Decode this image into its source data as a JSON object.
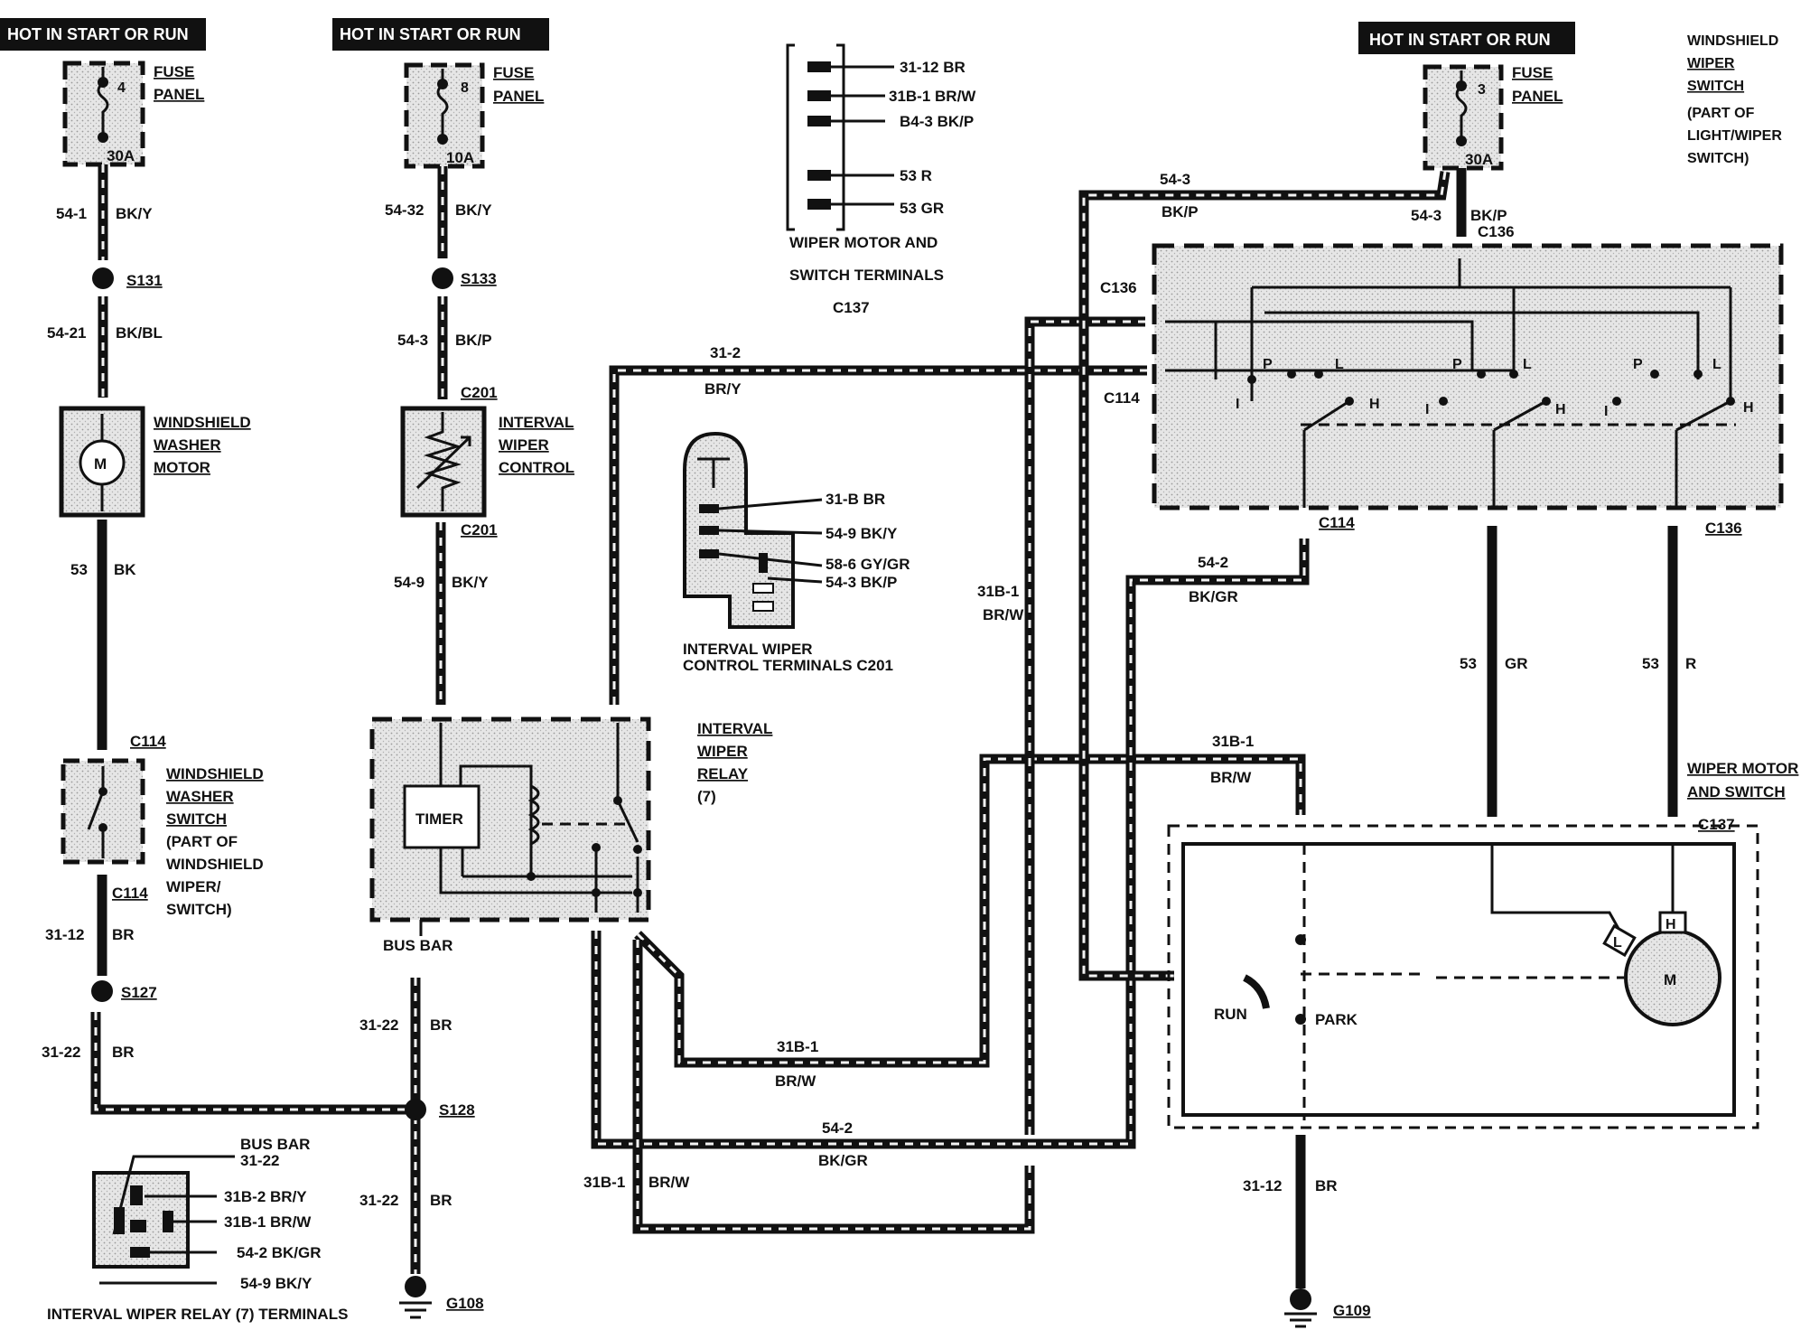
{
  "headers": {
    "left": "HOT IN START OR RUN",
    "middle": "HOT IN START OR RUN",
    "right": "HOT IN START OR RUN"
  },
  "fuses": {
    "f1_num": "4",
    "f1_amp": "30A",
    "f2_num": "8",
    "f2_amp": "10A",
    "f3_num": "3",
    "f3_amp": "30A",
    "panel_l1": "FUSE",
    "panel_l2": "PANEL"
  },
  "wires_left": {
    "w1_id": "54-1",
    "w1_color": "BK/Y",
    "s131": "S131",
    "w2_id": "54-21",
    "w2_color": "BK/BL",
    "washer_motor": [
      "WINDSHIELD",
      "WASHER",
      "MOTOR"
    ],
    "motor_m": "M",
    "w3_id": "53",
    "w3_color": "BK",
    "c114_a": "C114",
    "washer_switch": [
      "WINDSHIELD",
      "WASHER",
      "SWITCH",
      "(PART OF",
      "WINDSHIELD",
      "WIPER/",
      "SWITCH)"
    ],
    "c114_b": "C114",
    "w4_id": "31-12",
    "w4_color": "BR",
    "s127": "S127",
    "w5_id": "31-22",
    "w5_color": "BR"
  },
  "wires_mid": {
    "w1_id": "54-32",
    "w1_color": "BK/Y",
    "s133": "S133",
    "w2_id": "54-3",
    "w2_color": "BK/P",
    "c201_a": "C201",
    "interval_control": [
      "INTERVAL",
      "WIPER",
      "CONTROL"
    ],
    "c201_b": "C201",
    "w3_id": "54-9",
    "w3_color": "BK/Y",
    "relay": [
      "INTERVAL",
      "WIPER",
      "RELAY",
      "(7)"
    ],
    "timer": "TIMER",
    "bus_bar": "BUS BAR",
    "w4_id": "31-22",
    "w4_color": "BR",
    "s128": "S128",
    "w5_id": "31-22",
    "w5_color": "BR",
    "g108": "G108"
  },
  "c137_terminals": {
    "rows": [
      "31-12 BR",
      "31B-1 BR/W",
      "B4-3 BK/P",
      "53 R",
      "53 GR"
    ],
    "caption": [
      "WIPER MOTOR AND",
      "SWITCH TERMINALS",
      "C137"
    ]
  },
  "c201_terminals": {
    "rows": [
      "31-B BR",
      "54-9 BK/Y",
      "58-6 GY/GR",
      "54-3 BK/P"
    ],
    "caption": [
      "INTERVAL WIPER",
      "CONTROL TERMINALS C201"
    ]
  },
  "relay_terminals": {
    "rows": [
      "BUS BAR",
      "31-22",
      "31B-2 BR/Y",
      "31B-1 BR/W",
      "54-2 BK/GR",
      "54-9 BK/Y"
    ],
    "caption": "INTERVAL WIPER RELAY (7) TERMINALS"
  },
  "center_wires": {
    "w_312_id": "31-2",
    "w_312_color": "BR/Y",
    "w_31b1_id": "31B-1",
    "w_31b1_color": "BR/W",
    "w_31b1b_id": "31B-1",
    "w_31b1b_color": "BR/W",
    "w_542_id": "54-2",
    "w_542_color": "BK/GR",
    "w_31b1c_id": "31B-1",
    "w_31b1c_color": "BR/W",
    "w_31b1d_id": "31B-1",
    "w_31b1d_color": "BR/W",
    "w_542b_id": "54-2",
    "w_542b_color": "BK/GR",
    "w_543_id": "54-3",
    "w_543_color": "BK/P"
  },
  "right_section": {
    "switch_label": [
      "WINDSHIELD",
      "WIPER",
      "SWITCH",
      "(PART OF",
      "LIGHT/WIPER",
      "SWITCH)"
    ],
    "w_543_id": "54-3",
    "w_543_color": "BK/P",
    "c136_top": "C136",
    "c136_left": "C136",
    "c114_left": "C114",
    "c114_bot": "C114",
    "c136_bot": "C136",
    "pos_p": "P",
    "pos_l": "L",
    "pos_i": "I",
    "pos_h": "H",
    "w_53gr_id": "53",
    "w_53gr_color": "GR",
    "w_53r_id": "53",
    "w_53r_color": "R",
    "motor_switch": [
      "WIPER MOTOR",
      "AND SWITCH"
    ],
    "c137": "C137",
    "run": "RUN",
    "park": "PARK",
    "h": "H",
    "l": "L",
    "m": "M",
    "w_3112_id": "31-12",
    "w_3112_color": "BR",
    "g109": "G109"
  }
}
